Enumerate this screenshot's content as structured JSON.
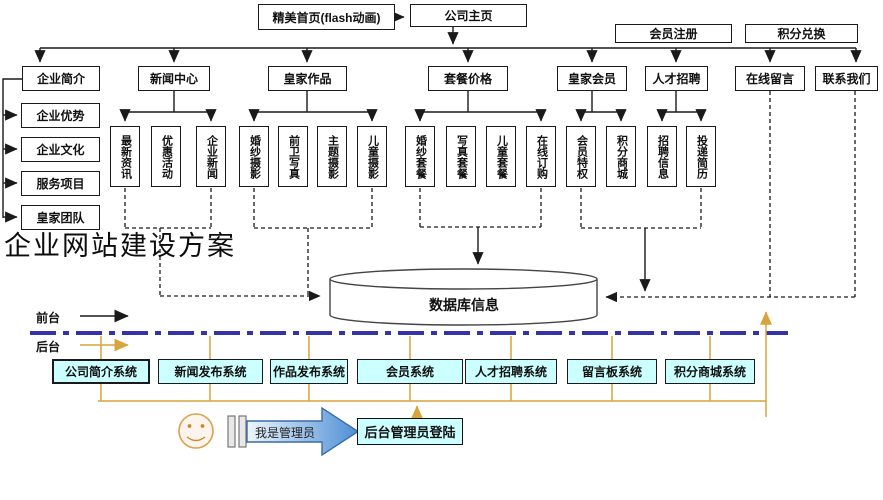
{
  "title": "企业网站建设方案",
  "top": {
    "flash_home": "精美首页(flash动画)",
    "company_home": "公司主页",
    "member_register": "会员注册",
    "points_exchange": "积分兑换"
  },
  "sections": [
    "企业简介",
    "新闻中心",
    "皇家作品",
    "套餐价格",
    "皇家会员",
    "人才招聘",
    "在线留言",
    "联系我们"
  ],
  "company_subs": [
    "企业优势",
    "企业文化",
    "服务项目",
    "皇家团队"
  ],
  "news_subs": [
    "最新资讯",
    "优惠活动",
    "企业新闻"
  ],
  "works_subs": [
    "婚纱摄影",
    "前卫写真",
    "主题摄影",
    "儿童摄影"
  ],
  "price_subs": [
    "婚纱套餐",
    "写真套餐",
    "儿童套餐",
    "在线订购"
  ],
  "member_subs": [
    "会员特权",
    "积分商城"
  ],
  "job_subs": [
    "招聘信息",
    "投递简历"
  ],
  "database_label": "数据库信息",
  "lanes": {
    "front": "前台",
    "back": "后台"
  },
  "systems": [
    "公司简介系统",
    "新闻发布系统",
    "作品发布系统",
    "会员系统",
    "人才招聘系统",
    "留言板系统",
    "积分商城系统"
  ],
  "admin": {
    "speech": "我是管理员",
    "login_label": "后台管理员登陆"
  },
  "colors": {
    "system_fill": "#ccffff",
    "backend_line": "#d9a43c",
    "lane_divider": "#3434a6",
    "node_border": "#1a1a1a",
    "admin_arrow_start": "#eef6fd",
    "admin_arrow_end": "#4e8fd6"
  }
}
